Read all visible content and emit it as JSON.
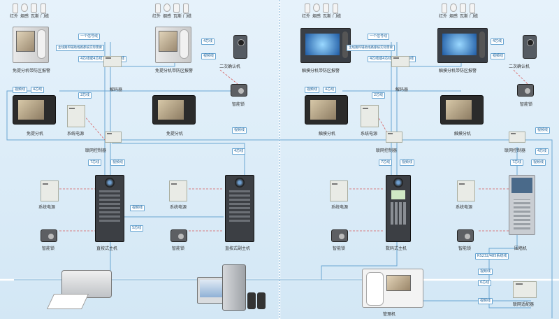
{
  "sensors": [
    "红外",
    "烟感",
    "瓦斯",
    "门磁"
  ],
  "tags": {
    "one_signal_bus": "一个信号线",
    "power_wiring": "主线路和辅助线路都按实际需要",
    "four_core_or_four_core": "4芯线或4芯线",
    "video_line": "视频线",
    "four_core": "4芯线",
    "two_core": "2芯线",
    "seven_core": "7芯线",
    "five_core": "5芯线",
    "rs232_or_rs485": "RS232/485系统线",
    "one_line": "6芯线"
  },
  "labels": {
    "hs_with_alarm": "免提分机带防区报警",
    "second_confirm": "二次确认机",
    "decoder": "解码器",
    "smart_lock": "智能锁",
    "hs_handsfree": "免提分机",
    "sys_power": "系统电源",
    "network_controller": "联网控制器",
    "direct_main": "直按式主机",
    "direct_sub": "直按式副主机",
    "touch_with_alarm": "触摸分机带防区报警",
    "touch_ext": "触摸分机",
    "digital_main": "数码式主机",
    "fence_unit": "围墙机",
    "network_adapter": "联网适配器",
    "mgmt_unit": "管理机"
  }
}
